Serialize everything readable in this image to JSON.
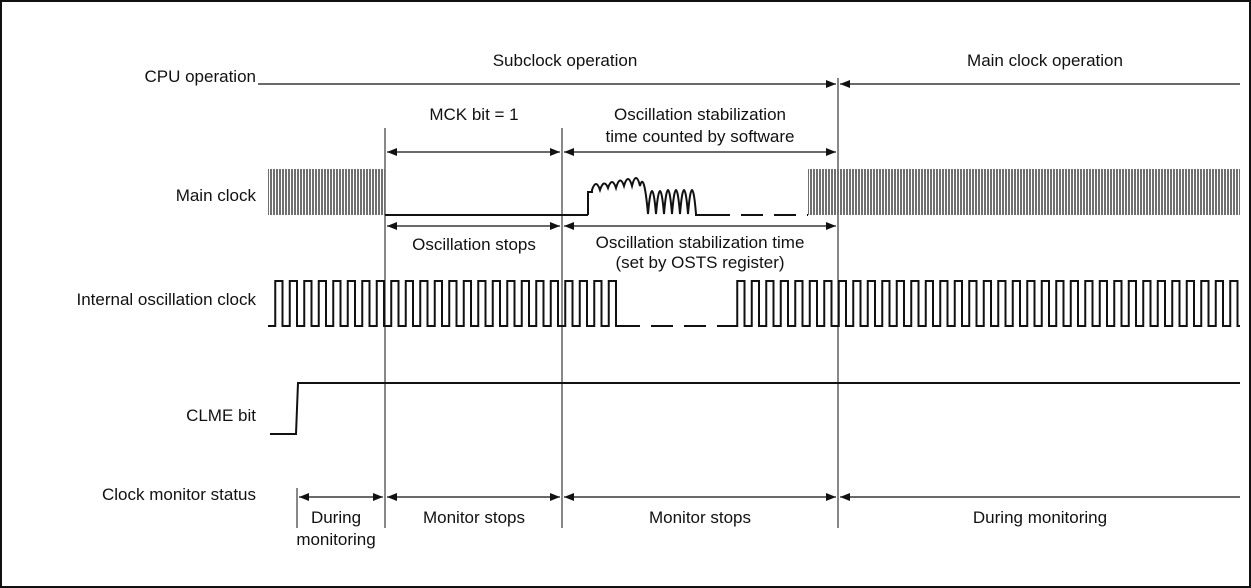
{
  "signals": {
    "cpu_operation": "CPU operation",
    "main_clock": "Main clock",
    "internal_osc_clock": "Internal oscillation clock",
    "clme_bit": "CLME bit",
    "clock_monitor_status": "Clock monitor status"
  },
  "cpu": {
    "subclock": "Subclock operation",
    "main_clock": "Main clock operation"
  },
  "annotations": {
    "mck_bit": "MCK bit = 1",
    "osc_stab_counted_line1": "Oscillation stabilization",
    "osc_stab_counted_line2": "time counted by software",
    "osc_stops": "Oscillation stops",
    "osc_stab_time_line1": "Oscillation stabilization time",
    "osc_stab_time_line2": "(set by OSTS register)"
  },
  "monitor": {
    "during_line1": "During",
    "during_line2": "monitoring",
    "stops_1": "Monitor stops",
    "stops_2": "Monitor stops",
    "during_final": "During monitoring"
  },
  "colors": {
    "line": "#111111",
    "background": "#ffffff"
  }
}
